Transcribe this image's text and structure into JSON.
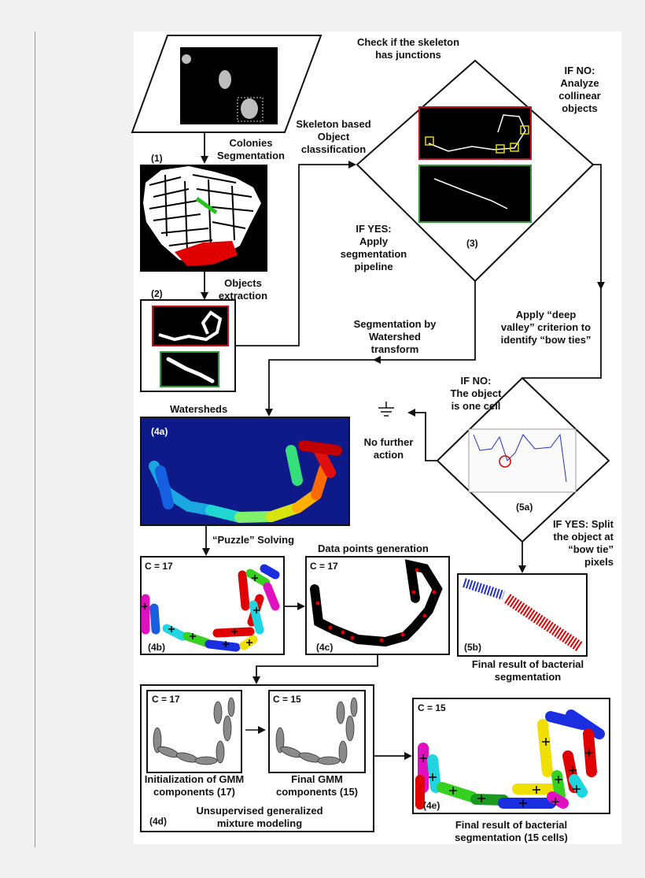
{
  "colors": {
    "line": "#111111",
    "panel_bg": "#ffffff",
    "red_box": "#c1121f",
    "green_box": "#2e9b3a",
    "dark_blue": "#0f1a8a",
    "mask": "#000000",
    "cell": "#ffffff",
    "highlight_green": "#25c41a",
    "highlight_red": "#e00000"
  },
  "labels": {
    "colonies_segmentation": [
      "Colonies",
      "Segmentation"
    ],
    "objects_extraction": [
      "Objects",
      "extraction"
    ],
    "skeleton_classification": [
      "Skeleton based",
      "Object",
      "classification"
    ],
    "check_junctions": [
      "Check if the skeleton",
      "has junctions"
    ],
    "if_no_collinear": [
      "IF NO:",
      "Analyze",
      "collinear",
      "objects"
    ],
    "if_yes_pipeline": [
      "IF YES:",
      "Apply",
      "segmentation",
      "pipeline"
    ],
    "watershed_transform": [
      "Segmentation by",
      "Watershed",
      "transform"
    ],
    "deep_valley": [
      "Apply “deep",
      "valley” criterion to",
      "identify “bow ties”"
    ],
    "if_no_one_cell": [
      "IF NO:",
      "The object",
      "is one cell"
    ],
    "watersheds": "Watersheds",
    "no_further_action": [
      "No further",
      "action"
    ],
    "puzzle_solving": "“Puzzle” Solving",
    "data_points_generation": "Data points generation",
    "if_yes_split": [
      "IF YES: Split",
      "the object at",
      "“bow tie”",
      "pixels"
    ],
    "final_result_5b": [
      "Final result of bacterial",
      "segmentation"
    ],
    "gmm_init": [
      "Initialization of GMM",
      "components (17)"
    ],
    "gmm_final": [
      "Final GMM",
      "components (15)"
    ],
    "unsupervised_gmm": [
      "Unsupervised generalized",
      "mixture modeling"
    ],
    "final_result_4e": [
      "Final result of bacterial",
      "segmentation (15 cells)"
    ]
  },
  "tags": {
    "t1": "(1)",
    "t2": "(2)",
    "t3": "(3)",
    "t4a": "(4a)",
    "t4b": "(4b)",
    "t4c": "(4c)",
    "t4d": "(4d)",
    "t4e": "(4e)",
    "t5a": "(5a)",
    "t5b": "(5b)"
  },
  "counts": {
    "c4b": "C = 17",
    "c4c": "C = 17",
    "c4d_init": "C = 17",
    "c4d_final": "C = 15",
    "c4e": "C = 15"
  }
}
